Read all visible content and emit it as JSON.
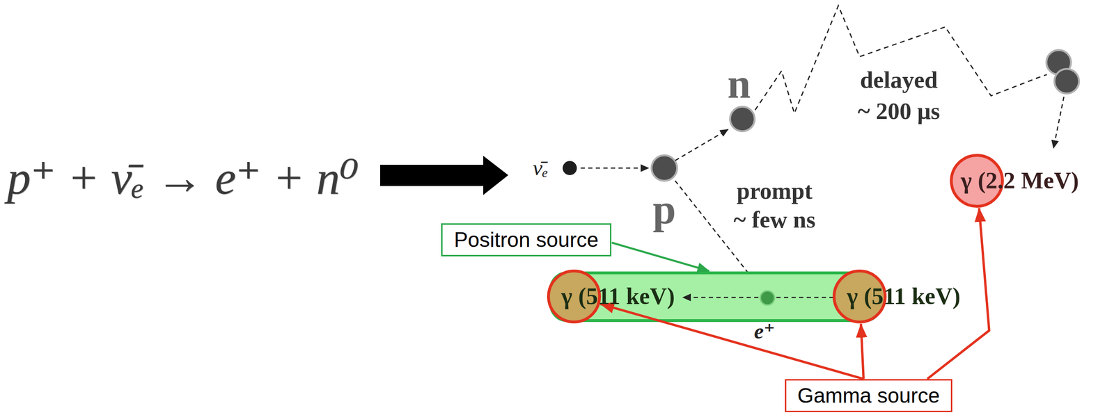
{
  "diagram": {
    "nodes": [
      {
        "text": [
          "γ (2.2 MeV)"
        ]
      },
      {
        "text": [
          "Positron source"
        ]
      },
      {
        "text": [
          "γ (511 keV)"
        ]
      },
      {
        "text": [
          "γ (511 keV)"
        ]
      },
      {
        "text": [
          "Gamma source"
        ]
      }
    ],
    "edges": [
      {
        "from": 4,
        "to": 2,
        "arrow": "to"
      },
      {
        "from": 4,
        "to": 3,
        "arrow": "to"
      },
      {
        "from": 4,
        "to": 0,
        "arrow": "to"
      }
    ],
    "labels": [
      "p⁺ + ν̄ₑ → e⁺ + n⁰",
      "ν̄ₑ",
      "n",
      "p",
      "delayed",
      "~ 200 μs",
      "prompt",
      "~ few ns",
      "e⁺"
    ]
  }
}
